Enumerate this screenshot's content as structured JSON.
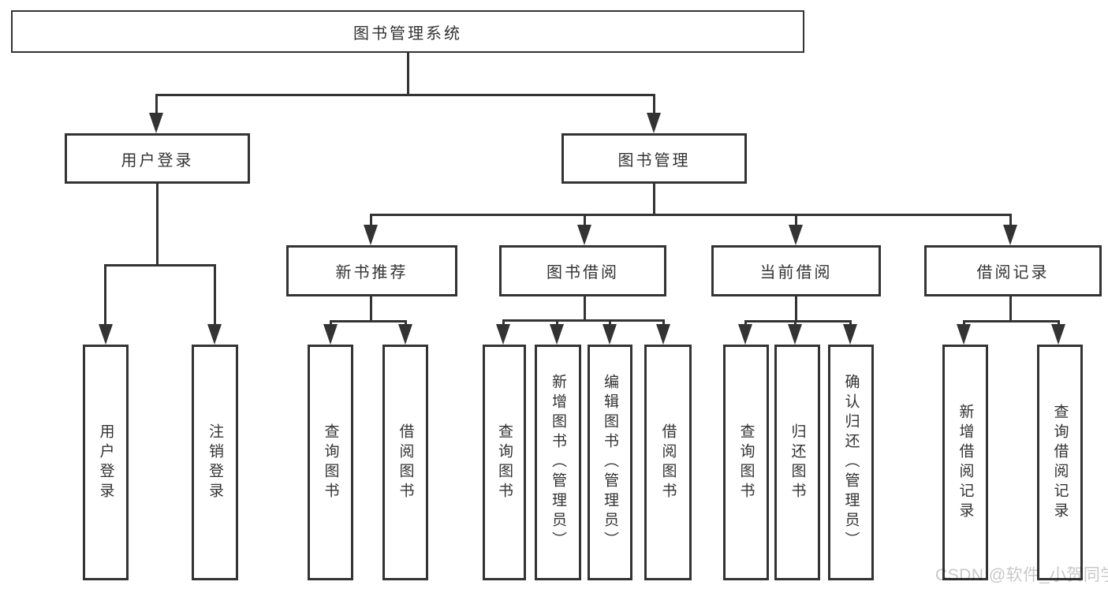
{
  "diagram": {
    "type": "hierarchy-tree",
    "colors": {
      "background": "#ffffff",
      "line": "#333333",
      "box_border": "#333333",
      "text": "#333333",
      "watermark": "#c8c8c8"
    },
    "root": {
      "label": "图书管理系统",
      "children": [
        {
          "label": "用户登录",
          "children": [
            {
              "label": "用户登录"
            },
            {
              "label": "注销登录"
            }
          ]
        },
        {
          "label": "图书管理",
          "children": [
            {
              "label": "新书推荐",
              "children": [
                {
                  "label": "查询图书"
                },
                {
                  "label": "借阅图书"
                }
              ]
            },
            {
              "label": "图书借阅",
              "children": [
                {
                  "label": "查询图书"
                },
                {
                  "label": "新增图书（管理员）"
                },
                {
                  "label": "编辑图书（管理员）"
                },
                {
                  "label": "借阅图书"
                }
              ]
            },
            {
              "label": "当前借阅",
              "children": [
                {
                  "label": "查询图书"
                },
                {
                  "label": "归还图书"
                },
                {
                  "label": "确认归还（管理员）"
                }
              ]
            },
            {
              "label": "借阅记录",
              "children": [
                {
                  "label": "新增借阅记录"
                },
                {
                  "label": "查询借阅记录"
                }
              ]
            }
          ]
        }
      ]
    },
    "watermark": {
      "text": "CSDN @软件_小贺同学"
    }
  }
}
